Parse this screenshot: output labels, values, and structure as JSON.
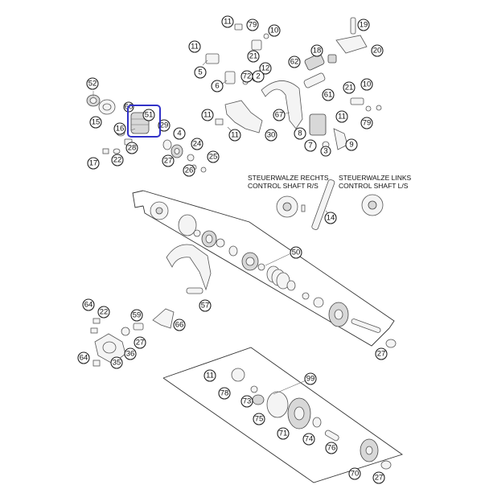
{
  "labels": {
    "shaft_right_de": "STEUERWALZE RECHTS",
    "shaft_right_en": "CONTROL SHAFT R/S",
    "shaft_left_de": "STEUERWALZE LINKS",
    "shaft_left_en": "CONTROL SHAFT L/S"
  },
  "highlighted_part": "51",
  "colors": {
    "highlight": "#3232c8",
    "line": "#333333"
  },
  "callouts": [
    "11",
    "79",
    "10",
    "19",
    "11",
    "20",
    "5",
    "21",
    "12",
    "62",
    "18",
    "6",
    "72",
    "2",
    "61",
    "21",
    "10",
    "52",
    "15",
    "51",
    "16",
    "29",
    "4",
    "60",
    "28",
    "11",
    "67",
    "11",
    "30",
    "8",
    "11",
    "79",
    "24",
    "25",
    "17",
    "22",
    "27",
    "26",
    "7",
    "3",
    "9",
    "14",
    "50",
    "57",
    "64",
    "22",
    "59",
    "66",
    "27",
    "36",
    "64",
    "35",
    "27",
    "99",
    "11",
    "78",
    "73",
    "75",
    "71",
    "74",
    "76",
    "70",
    "27"
  ]
}
